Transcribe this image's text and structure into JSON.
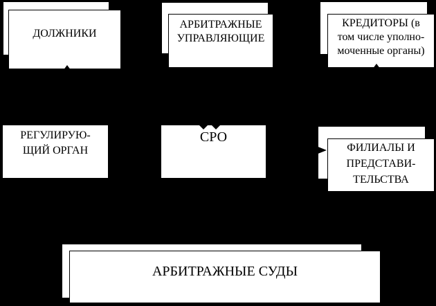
{
  "diagram": {
    "background_color": "#000000",
    "box_fill_color": "#ffffff",
    "box_border_color": "#000000",
    "text_color": "#000000",
    "boxes": {
      "debtors": {
        "label": "ДОЛЖНИКИ"
      },
      "managers": {
        "lines": [
          "АРБИТРАЖНЫЕ",
          "УПРАВЛЯЮЩИЕ"
        ]
      },
      "creditors": {
        "lines": [
          "КРЕДИТОРЫ (в",
          "том числе уполно-",
          "моченные органы)"
        ]
      },
      "regulator": {
        "lines": [
          "РЕГУЛИРУЮ-",
          "ЩИЙ ОРГАН"
        ]
      },
      "sro": {
        "label": "СРО"
      },
      "branches": {
        "lines": [
          "ФИЛИАЛЫ И",
          "ПРЕДСТАВИ-",
          "ТЕЛЬСТВА"
        ]
      },
      "courts": {
        "label": "АРБИТРАЖНЫЕ СУДЫ"
      }
    },
    "arrows": [
      {
        "name": "arrow-up-into-debtors",
        "direction": "up"
      },
      {
        "name": "arrow-up-into-creditors",
        "direction": "up"
      },
      {
        "name": "arrow-down-into-sro-left",
        "direction": "down"
      },
      {
        "name": "arrow-down-into-sro-right",
        "direction": "down"
      },
      {
        "name": "arrow-right-into-branches",
        "direction": "right"
      }
    ]
  }
}
